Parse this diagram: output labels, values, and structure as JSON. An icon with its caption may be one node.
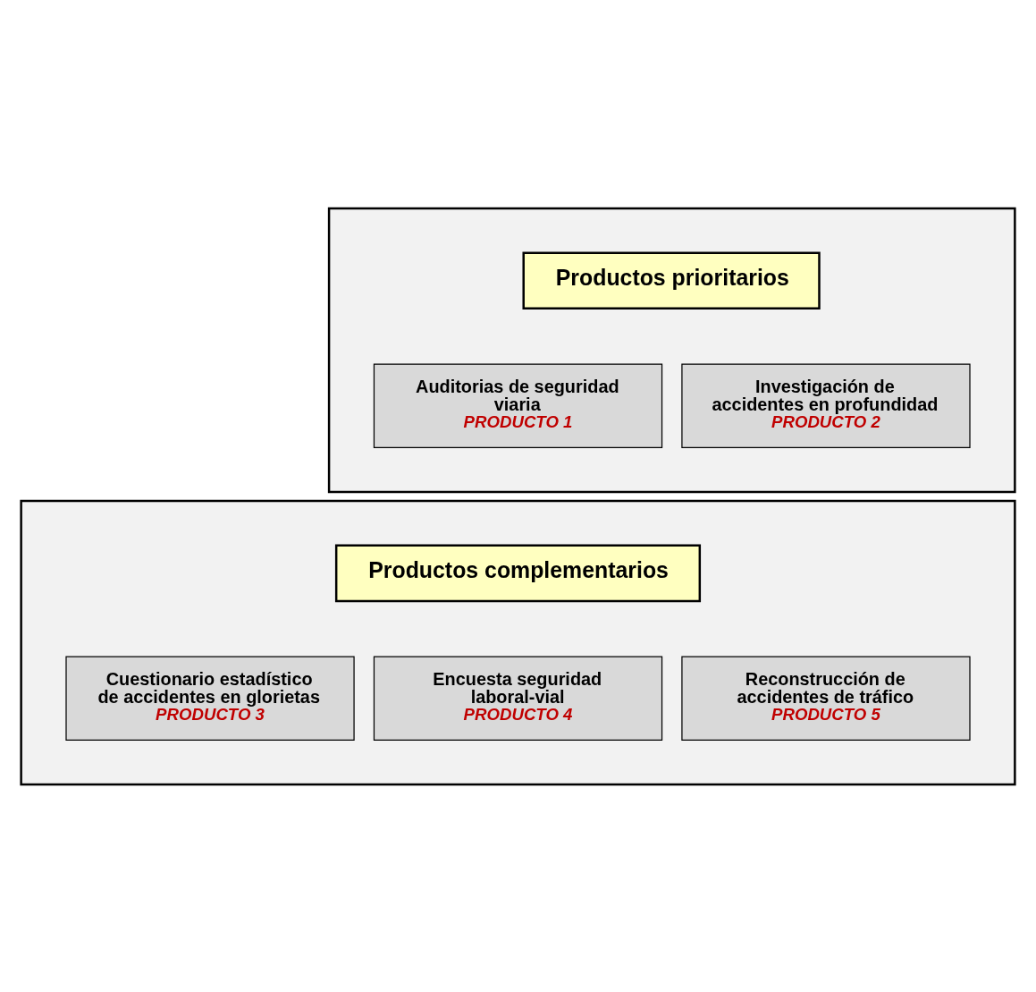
{
  "diagram": {
    "nodes": [
      {
        "text": [],
        "shape": "box"
      },
      {
        "text": [
          "Productos prioritarios"
        ],
        "in": 0
      },
      {
        "text": [
          "Auditorias de seguridad viaria",
          "PRODUCTO 1"
        ],
        "in": 0
      },
      {
        "text": [
          "Investigación de accidentes en profundidad",
          "PRODUCTO 2"
        ],
        "in": 0
      },
      {
        "text": [],
        "shape": "box"
      },
      {
        "text": [
          "Productos complementarios"
        ],
        "in": 4
      },
      {
        "text": [
          "Cuestionario estadístico de accidentes en glorietas",
          "PRODUCTO 3"
        ],
        "in": 4
      },
      {
        "text": [
          "Encuesta seguridad laboral-vial",
          "PRODUCTO 4"
        ],
        "in": 4
      },
      {
        "text": [
          "Reconstrucción de accidentes de tráfico",
          "PRODUCTO 5"
        ],
        "in": 4
      }
    ]
  }
}
